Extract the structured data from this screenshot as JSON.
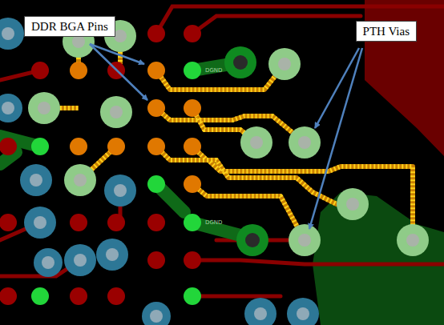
{
  "diagram": {
    "nodes": [
      {
        "text": [
          "DDR BGA Pins"
        ]
      },
      {
        "text": [
          "PTH Vias"
        ]
      }
    ],
    "labels": [
      "DGND",
      "DGND"
    ]
  }
}
